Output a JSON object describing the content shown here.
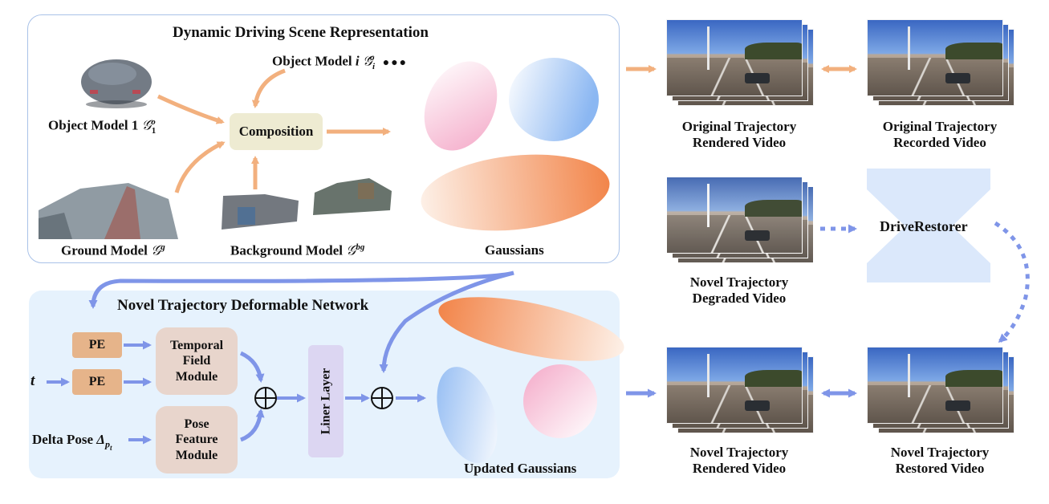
{
  "scene_panel": {
    "title": "Dynamic Driving Scene Representation"
  },
  "inputs": {
    "object_model_1": "Object Model 1",
    "object_model_1_symbol": "𝒢",
    "object_model_1_sub": "1",
    "object_model_1_sup": "o",
    "object_model_i": "Object Model",
    "object_model_i_index": "i",
    "object_model_i_symbol": "𝒢",
    "object_model_i_sub": "i",
    "object_model_i_sup": "o",
    "ellipsis": "●●●",
    "ground_model": "Ground Model",
    "ground_model_symbol": "𝒢",
    "ground_model_sup": "g",
    "background_model": "Background Model",
    "background_model_symbol": "𝒢",
    "background_model_sup": "bg"
  },
  "composition": {
    "label": "Composition"
  },
  "gaussians": {
    "label": "Gaussians"
  },
  "deform_panel": {
    "title": "Novel Trajectory Deformable Network"
  },
  "network": {
    "pe_top": "PE",
    "pe_bottom": "PE",
    "t_input": "t",
    "delta_pose_label": "Delta Pose",
    "delta_pose_symbol": "Δ",
    "delta_pose_sub": "p",
    "delta_pose_subsub": "t",
    "temporal_module": [
      "Temporal",
      "Field",
      "Module"
    ],
    "pose_module": [
      "Pose",
      "Feature",
      "Module"
    ],
    "liner_layer": "Liner Layer",
    "oplus": "⊕"
  },
  "updated_gaussians": {
    "label": "Updated Gaussians"
  },
  "videos": {
    "orig_rendered": [
      "Original Trajectory",
      "Rendered Video"
    ],
    "orig_recorded": [
      "Original Trajectory",
      "Recorded Video"
    ],
    "novel_degraded": [
      "Novel Trajectory",
      "Degraded Video"
    ],
    "novel_rendered": [
      "Novel Trajectory",
      "Rendered Video"
    ],
    "novel_restored": [
      "Novel Trajectory",
      "Restored Video"
    ]
  },
  "restorer": {
    "label": "DriveRestorer"
  },
  "colors": {
    "orange_arrow": "#f2b07e",
    "blue_arrow": "#7f95e8",
    "panel_border": "#a9c2e8",
    "panel_fill": "#e6f2fd",
    "pe_fill": "#e6b48a",
    "module_fill": "#e8d5cc",
    "composition_fill": "#eeebd2",
    "liner_fill": "#dcd6f2",
    "restorer_fill": "#dbe8fb"
  }
}
